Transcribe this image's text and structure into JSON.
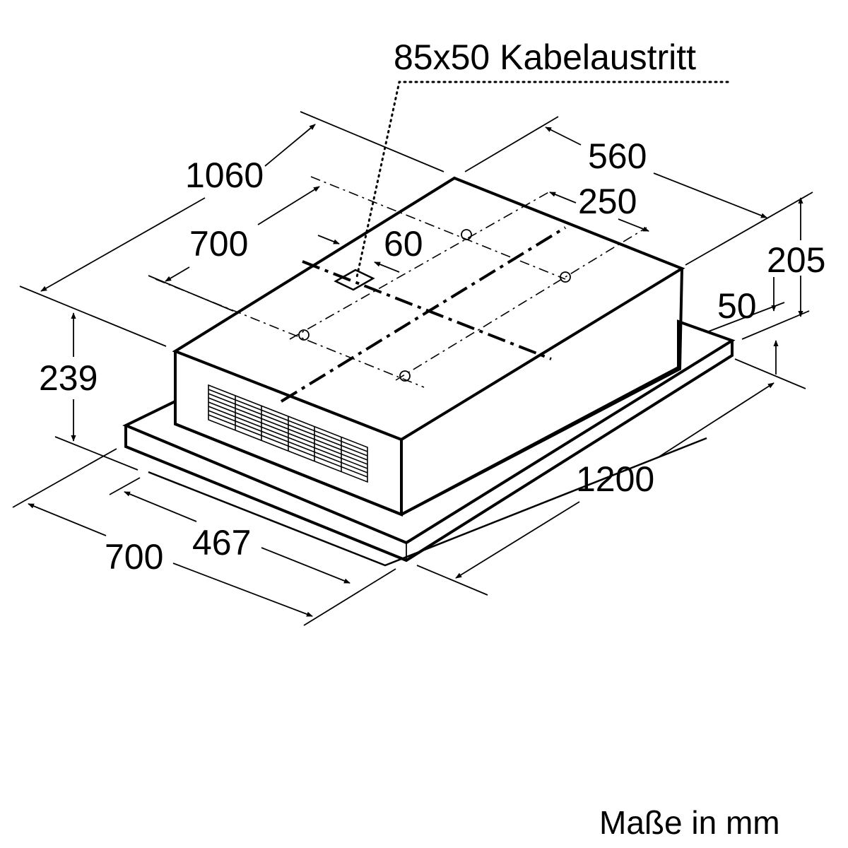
{
  "dimensions": {
    "cable_outlet": "85x50 Kabelaustritt",
    "d_1060": "1060",
    "d_560": "560",
    "d_250": "250",
    "d_700_top": "700",
    "d_60": "60",
    "d_205": "205",
    "d_50": "50",
    "d_239": "239",
    "d_1200": "1200",
    "d_467": "467",
    "d_700_bottom": "700"
  },
  "footer": {
    "units_note": "Maße in mm"
  }
}
